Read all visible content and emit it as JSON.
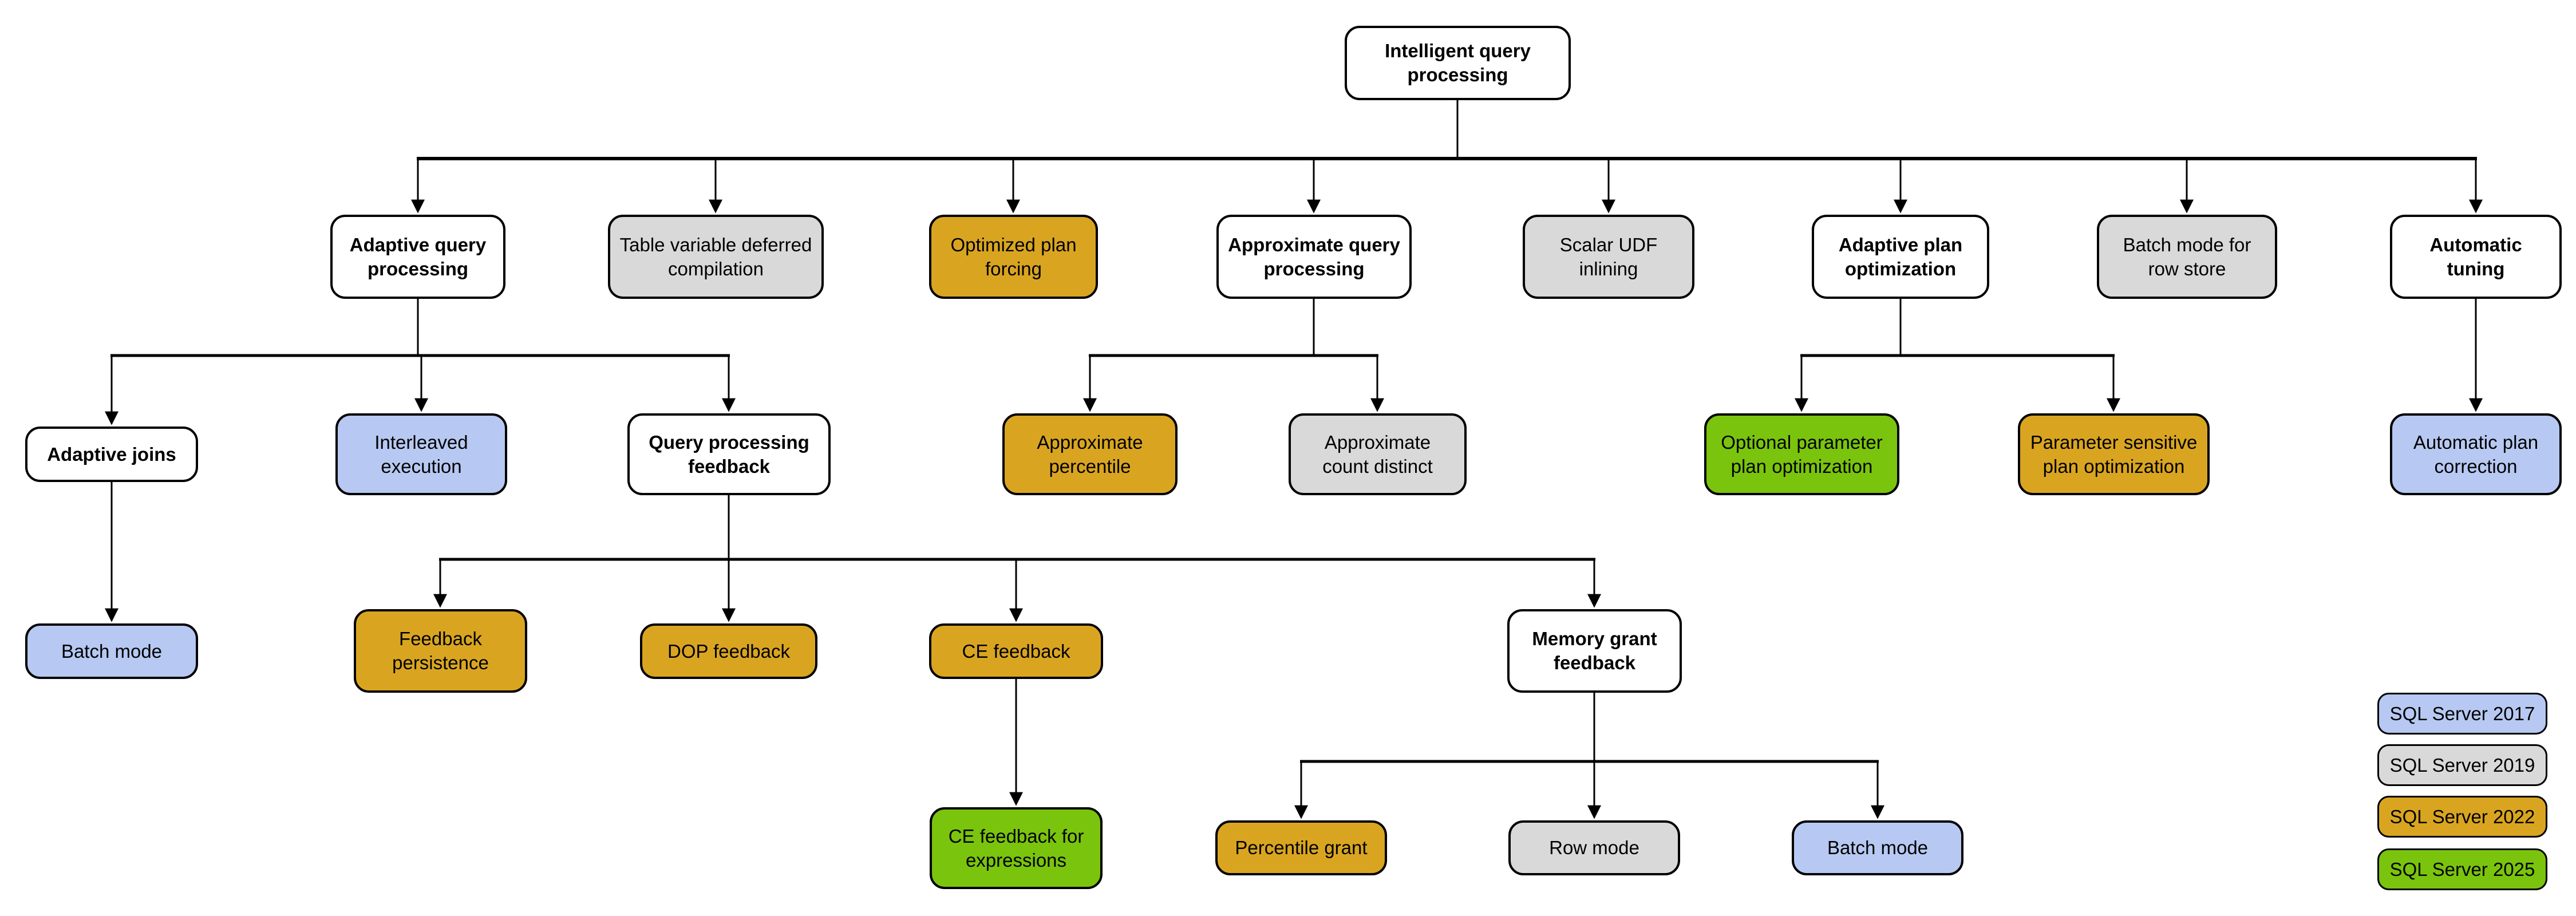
{
  "diagram": {
    "title": "Intelligent query processing",
    "nodes": {
      "root": {
        "label": "Intelligent query processing",
        "color": "parent"
      },
      "adaptive_query_processing": {
        "label": "Adaptive query processing",
        "color": "parent"
      },
      "table_variable_deferred_compilation": {
        "label": "Table variable deferred compilation",
        "color": "sql2019"
      },
      "optimized_plan_forcing": {
        "label": "Optimized plan forcing",
        "color": "sql2022"
      },
      "approximate_query_processing": {
        "label": "Approximate query processing",
        "color": "parent"
      },
      "scalar_udf_inlining": {
        "label": "Scalar UDF inlining",
        "color": "sql2019"
      },
      "adaptive_plan_optimization": {
        "label": "Adaptive plan optimization",
        "color": "parent"
      },
      "batch_mode_for_row_store": {
        "label": "Batch mode for row store",
        "color": "sql2019"
      },
      "automatic_tuning": {
        "label": "Automatic tuning",
        "color": "parent"
      },
      "adaptive_joins": {
        "label": "Adaptive joins",
        "color": "parent"
      },
      "interleaved_execution": {
        "label": "Interleaved execution",
        "color": "sql2017"
      },
      "query_processing_feedback": {
        "label": "Query processing feedback",
        "color": "parent"
      },
      "approximate_percentile": {
        "label": "Approximate percentile",
        "color": "sql2022"
      },
      "approximate_count_distinct": {
        "label": "Approximate count distinct",
        "color": "sql2019"
      },
      "optional_parameter_plan_optimization": {
        "label": "Optional parameter plan optimization",
        "color": "sql2025"
      },
      "parameter_sensitive_plan_optimization": {
        "label": "Parameter sensitive plan optimization",
        "color": "sql2022"
      },
      "automatic_plan_correction": {
        "label": "Automatic plan correction",
        "color": "sql2017"
      },
      "batch_mode_under_adaptive_joins": {
        "label": "Batch mode",
        "color": "sql2017"
      },
      "feedback_persistence": {
        "label": "Feedback persistence",
        "color": "sql2022"
      },
      "dop_feedback": {
        "label": "DOP feedback",
        "color": "sql2022"
      },
      "ce_feedback": {
        "label": "CE feedback",
        "color": "sql2022"
      },
      "memory_grant_feedback": {
        "label": "Memory grant feedback",
        "color": "parent"
      },
      "ce_feedback_for_expressions": {
        "label": "CE feedback for expressions",
        "color": "sql2025"
      },
      "percentile_grant": {
        "label": "Percentile grant",
        "color": "sql2022"
      },
      "row_mode": {
        "label": "Row mode",
        "color": "sql2019"
      },
      "batch_mode_under_memory_grant": {
        "label": "Batch mode",
        "color": "sql2017"
      }
    }
  },
  "legend": {
    "items": [
      {
        "label": "SQL Server 2017",
        "color": "sql2017"
      },
      {
        "label": "SQL Server 2019",
        "color": "sql2019"
      },
      {
        "label": "SQL Server 2022",
        "color": "sql2022"
      },
      {
        "label": "SQL Server 2025",
        "color": "sql2025"
      }
    ]
  },
  "colors": {
    "parent": "#FFFFFF",
    "sql2017": "#B7C9F2",
    "sql2019": "#D9D9D9",
    "sql2022": "#D9A521",
    "sql2025": "#7AC40E",
    "line": "#000000"
  }
}
